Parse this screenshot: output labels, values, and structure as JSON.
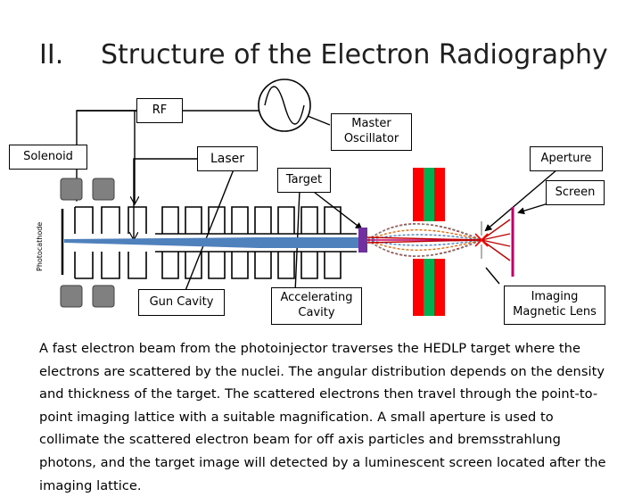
{
  "title": {
    "number": "II.",
    "text": "Structure of the Electron Radiography"
  },
  "labels": {
    "rf": "RF",
    "master_oscillator": "Master\nOscillator",
    "solenoid": "Solenoid",
    "laser": "Laser",
    "aperture": "Aperture",
    "target": "Target",
    "screen": "Screen",
    "photocathode": "Photocathode",
    "gun_cavity": "Gun Cavity",
    "accelerating_cavity": "Accelerating\nCavity",
    "imaging_magnetic_lens": "Imaging\nMagnetic Lens"
  },
  "caption": "A fast electron beam from the photoinjector traverses the HEDLP target where the electrons are scattered by the nuclei. The angular distribution depends on the density and thickness of the target. The scattered electrons then travel through the point-to-point imaging lattice with a suitable magnification. A small aperture is used to collimate the scattered electron beam for off axis particles and bremsstrahlung photons, and the target image will detected by a luminescent screen located after the imaging lattice.",
  "colors": {
    "beam": "#4f81bd",
    "target": "#7030a0",
    "lens_red": "#ff0000",
    "lens_green": "#00b050",
    "screen": "#c0006a",
    "solenoid_block": "#808080"
  }
}
